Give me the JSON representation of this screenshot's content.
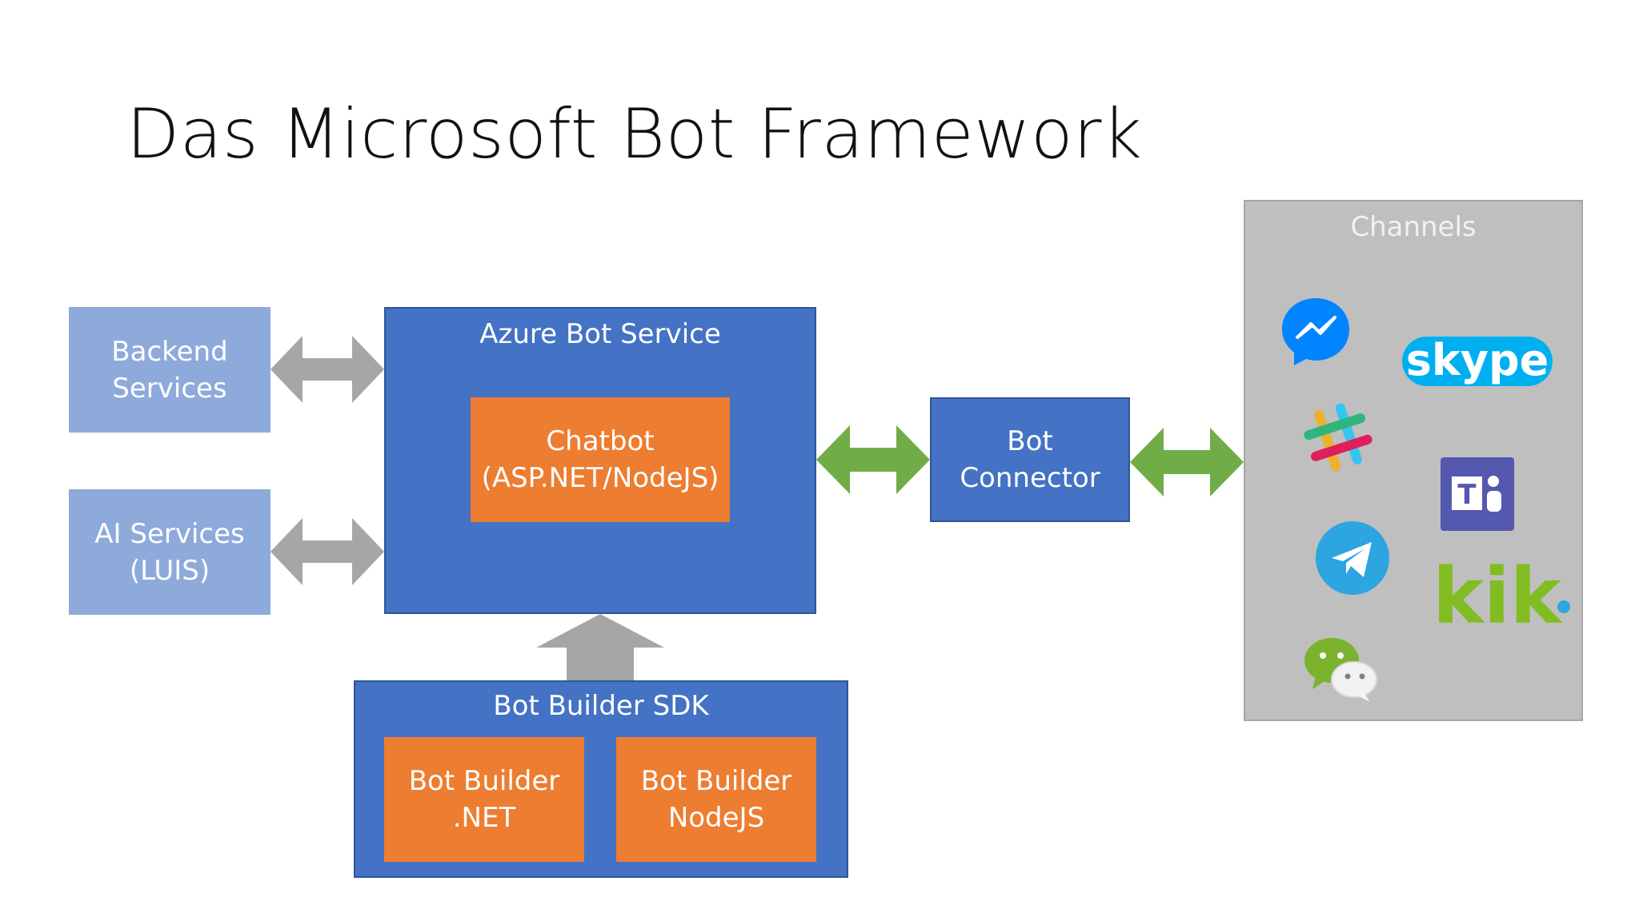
{
  "title": "Das Microsoft Bot Framework",
  "backend_services": "Backend\nServices",
  "ai_services": "AI Services\n(LUIS)",
  "azure_bot_service": "Azure Bot Service",
  "chatbot": "Chatbot\n(ASP.NET/NodeJS)",
  "bot_connector": "Bot\nConnector",
  "bot_builder_sdk": "Bot Builder SDK",
  "bot_builder_net": "Bot Builder\n.NET",
  "bot_builder_nodejs": "Bot Builder\nNodeJS",
  "channels": {
    "label": "Channels",
    "items": [
      {
        "icon": "messenger-icon",
        "color": "#0084ff"
      },
      {
        "icon": "skype-icon",
        "label": "skype",
        "color": "#00aff0"
      },
      {
        "icon": "slack-icon",
        "colors": [
          "#36c5f0",
          "#2eb67d",
          "#ecb22e",
          "#e01e5a"
        ]
      },
      {
        "icon": "teams-icon",
        "letter": "T",
        "color": "#5558af"
      },
      {
        "icon": "telegram-icon",
        "color": "#2ca5e0"
      },
      {
        "icon": "kik-icon",
        "label": "kik",
        "color": "#82bc23"
      },
      {
        "icon": "wechat-icon",
        "color": "#7bb32e"
      }
    ]
  },
  "colors": {
    "light_blue": "#8eaadb",
    "blue": "#4472c4",
    "orange": "#ed7d31",
    "gray_arrow": "#a6a6a6",
    "green_arrow": "#70ad47",
    "channels_panel": "#bfbfbf"
  }
}
